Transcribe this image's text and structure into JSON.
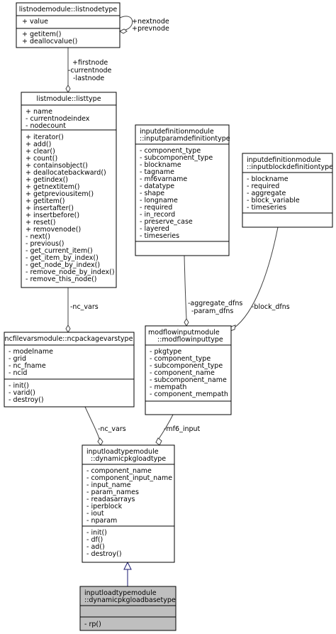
{
  "classes": {
    "listnodetype": {
      "title": [
        "listnodemodule::listnodetype"
      ],
      "attributes": [
        "+ value"
      ],
      "methods": [
        "+ getitem()",
        "+ deallocvalue()"
      ]
    },
    "listtype": {
      "title": [
        "listmodule::listtype"
      ],
      "attributes": [
        "+ name",
        "- currentnodeindex",
        "- nodecount"
      ],
      "methods": [
        "+ iterator()",
        "+ add()",
        "+ clear()",
        "+ count()",
        "+ containsobject()",
        "+ deallocatebackward()",
        "+ getindex()",
        "+ getnextitem()",
        "+ getpreviousitem()",
        "+ getitem()",
        "+ insertafter()",
        "+ insertbefore()",
        "+ reset()",
        "+ removenode()",
        "- next()",
        "- previous()",
        "- get_current_item()",
        "- get_item_by_index()",
        "- get_node_by_index()",
        "- remove_node_by_index()",
        "- remove_this_node()"
      ]
    },
    "inputparamdefinitiontype": {
      "title": [
        "inputdefinitionmodule",
        "::inputparamdefinitiontype"
      ],
      "attributes": [
        "- component_type",
        "- subcomponent_type",
        "- blockname",
        "- tagname",
        "- mf6varname",
        "- datatype",
        "- shape",
        "- longname",
        "- required",
        "- in_record",
        "- preserve_case",
        "- layered",
        "- timeseries"
      ],
      "methods": []
    },
    "inputblockdefinitiontype": {
      "title": [
        "inputdefinitionmodule",
        "::inputblockdefinitiontype"
      ],
      "attributes": [
        "- blockname",
        "- required",
        "- aggregate",
        "- block_variable",
        "- timeseries"
      ],
      "methods": []
    },
    "ncpackagevarstype": {
      "title": [
        "ncfilevarsmodule::ncpackagevarstype"
      ],
      "attributes": [
        "- modelname",
        "- grid",
        "- nc_fname",
        "- ncid"
      ],
      "methods": [
        "- init()",
        "- varid()",
        "- destroy()"
      ]
    },
    "modflowinputtype": {
      "title": [
        "modflowinputmodule",
        "::modflowinputtype"
      ],
      "attributes": [
        "- pkgtype",
        "- component_type",
        "- subcomponent_type",
        "- component_name",
        "- subcomponent_name",
        "- mempath",
        "- component_mempath"
      ],
      "methods": []
    },
    "dynamicpkgloadtype": {
      "title": [
        "inputloadtypemodule",
        "::dynamicpkgloadtype"
      ],
      "attributes": [
        "- component_name",
        "- component_input_name",
        "- input_name",
        "- param_names",
        "- readasarrays",
        "- iperblock",
        "- iout",
        "- nparam"
      ],
      "methods": [
        "- init()",
        "- df()",
        "- ad()",
        "- destroy()"
      ]
    },
    "dynamicpkgloadbasetype": {
      "title": [
        "inputloadtypemodule",
        "::dynamicpkgloadbasetype"
      ],
      "attributes": [],
      "methods": [
        "- rp()"
      ]
    }
  },
  "edge_labels": {
    "self_loop": [
      "+nextnode",
      "+prevnode"
    ],
    "listtype_to_listnodetype": [
      "+firstnode",
      "-currentnode",
      "-lastnode"
    ],
    "ncpackagevars_to_listtype": [
      "-nc_vars"
    ],
    "param_to_modflowinput": [
      "-aggregate_dfns",
      "-param_dfns"
    ],
    "block_to_modflowinput": [
      "-block_dfns"
    ],
    "ncpackagevars_to_dynamicpkg": [
      "-nc_vars"
    ],
    "modflowinput_to_dynamicpkg": [
      "-mf6_input"
    ]
  }
}
